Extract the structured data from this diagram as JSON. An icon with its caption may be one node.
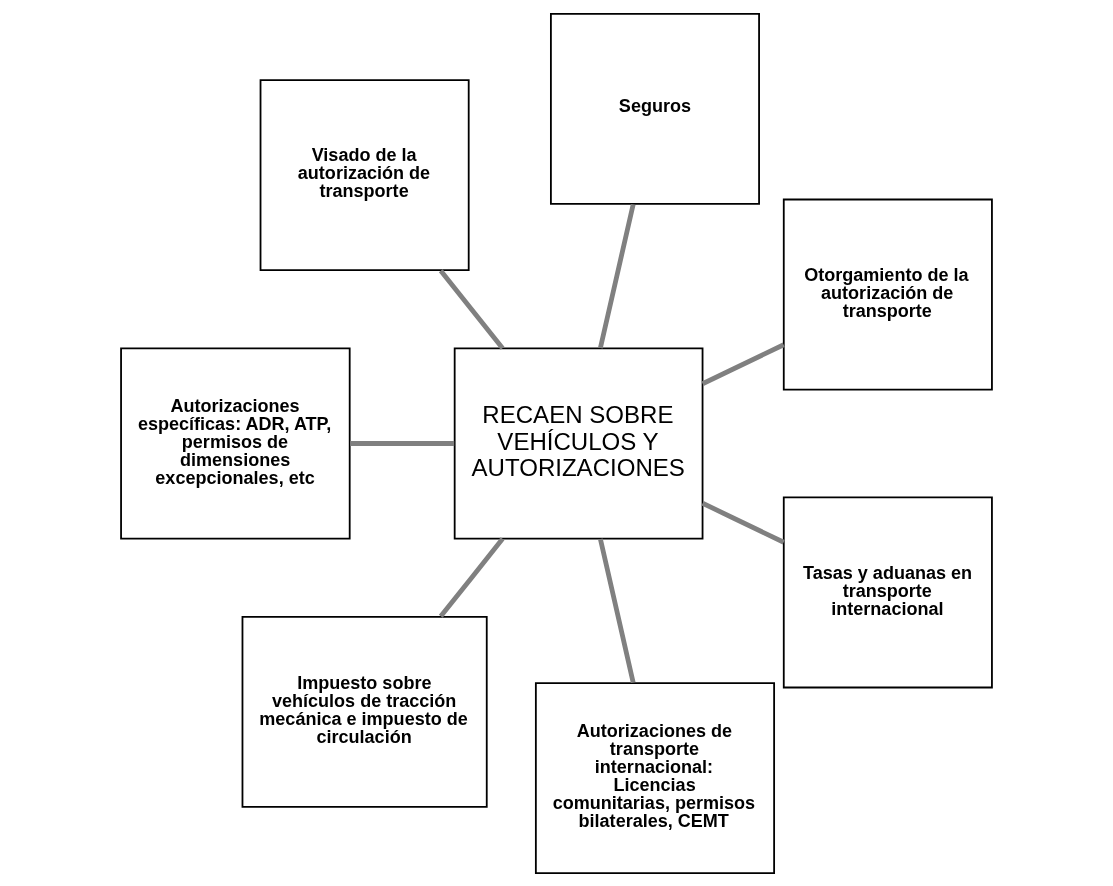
{
  "diagram": {
    "nodes": [
      {
        "text": [
          "Otorgamiento de la autorización de transporte"
        ]
      },
      {
        "text": [
          "Seguros"
        ]
      },
      {
        "text": [
          "Visado de la autorización de transporte"
        ]
      },
      {
        "text": [
          "RECAEN SOBRE VEHÍCULOS Y AUTORIZACIONES"
        ]
      },
      {
        "text": [
          "Autorizaciones específicas: ADR, ATP, permisos de dimensiones excepcionales, etc"
        ]
      },
      {
        "text": [
          "Impuesto sobre vehículos de tracción mecánica e impuesto de circulación"
        ]
      },
      {
        "text": [
          "Autorizaciones de transporte internacional: Licencias comunitarias, permisos bilaterales, CEMT"
        ]
      },
      {
        "text": [
          "Tasas y aduanas en transporte internacional"
        ]
      }
    ],
    "edges": [
      {
        "from": 3,
        "to": 0,
        "arrow": "none"
      },
      {
        "from": 3,
        "to": 1,
        "arrow": "none"
      },
      {
        "from": 3,
        "to": 2,
        "arrow": "none"
      },
      {
        "from": 3,
        "to": 4,
        "arrow": "none"
      },
      {
        "from": 3,
        "to": 5,
        "arrow": "none"
      },
      {
        "from": 3,
        "to": 6,
        "arrow": "none"
      },
      {
        "from": 3,
        "to": 7,
        "arrow": "none"
      }
    ]
  }
}
